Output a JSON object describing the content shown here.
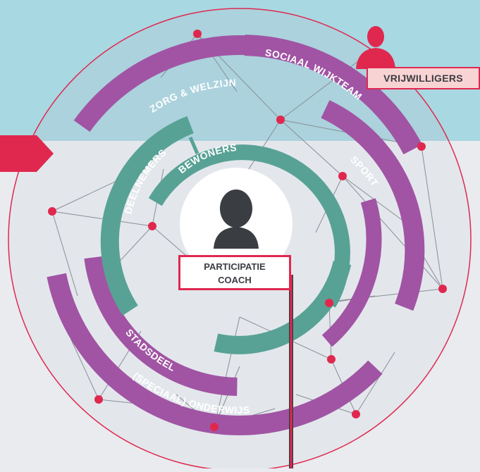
{
  "diagram": {
    "rings": {
      "outer": [
        "SOCIAAL WIJKTEAM",
        "SPORT",
        "ZORG & WELZIJN",
        "STADSDEEL",
        "(SPECIAAL) ONDERWIJS"
      ],
      "inner": [
        "DEELNEMERS",
        "BEWONERS"
      ]
    },
    "center": {
      "line1": "PARTICIPATIE",
      "line2": "COACH",
      "icon": "person-icon"
    },
    "volunteers": {
      "label": "VRIJWILLIGERS",
      "icon": "person-icon"
    }
  },
  "colors": {
    "top_band": "#a8d8e2",
    "lower_bg": "#e9ebef",
    "outer_ring": "#a154a3",
    "inner_ring": "#58a295",
    "accent": "#e0284f",
    "person": "#3a3d42",
    "circle_fill": "#dfe3ea"
  }
}
